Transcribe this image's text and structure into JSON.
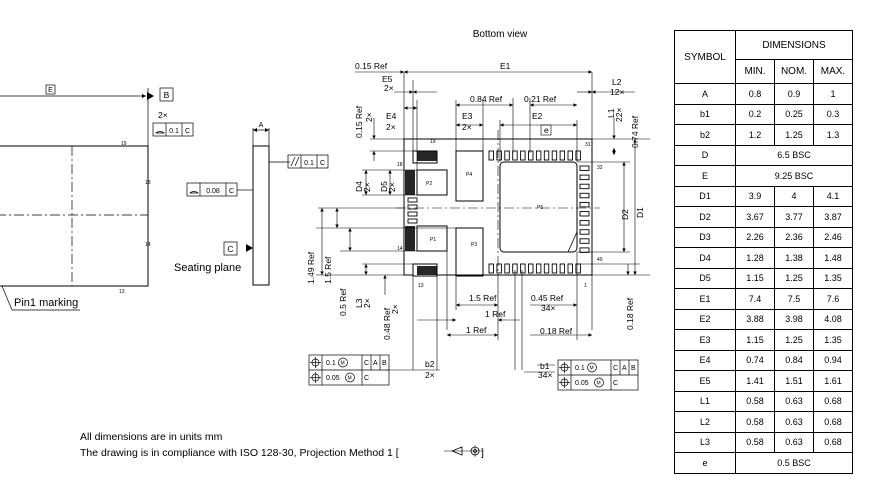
{
  "title": "Bottom view",
  "left_view": {
    "datum_e": "E",
    "datum_b": "B",
    "count_2x": "2×",
    "tol_0_1": "0.1",
    "datum_c": "C",
    "flatness": "0.08",
    "pin_nums": [
      "19",
      "18",
      "14",
      "13"
    ],
    "pin1_marking": "Pin1 marking",
    "dim_a": "A",
    "parallel_tol": "0.1",
    "seating_plane": "Seating plane"
  },
  "bottom_view": {
    "dims": [
      "0.15 Ref",
      "E1",
      "E5",
      "2×",
      "L2",
      "12×",
      "0.15 Ref",
      "2×",
      "E4",
      "2×",
      "0.84 Ref",
      "0.21 Ref",
      "E3",
      "2×",
      "E2",
      "e",
      "L1",
      "22×",
      "0.74 Ref",
      "D4",
      "2×",
      "D5",
      "2×",
      "D2",
      "D1",
      "1.49 Ref",
      "1.5 Ref",
      "0.5 Ref",
      "L3",
      "2×",
      "0.48 Ref",
      "2×",
      "1.5 Ref",
      "1 Ref",
      "1 Ref",
      "0.45 Ref",
      "34×",
      "0.18 Ref",
      "0.18 Ref",
      "b2",
      "2×",
      "b1",
      "34×"
    ],
    "pads": [
      "P1",
      "P2",
      "P3",
      "P4",
      "P5"
    ],
    "pin_nums": [
      "19",
      "31",
      "32",
      "18",
      "14",
      "40",
      "13",
      "1"
    ],
    "fcf_b2": [
      "0.1",
      "M",
      "C",
      "A",
      "B",
      "0.05",
      "M",
      "C"
    ],
    "fcf_b1": [
      "0.1",
      "M",
      "C",
      "A",
      "B",
      "0.05",
      "M",
      "C"
    ]
  },
  "notes": [
    "All dimensions are in units mm",
    "The drawing is in compliance with ISO 128-30, Projection Method 1 ["
  ],
  "table": {
    "col_symbol": "SYMBOL",
    "col_dimensions": "DIMENSIONS",
    "col_min": "MIN.",
    "col_nom": "NOM.",
    "col_max": "MAX.",
    "rows": [
      {
        "symbol": "A",
        "min": "0.8",
        "nom": "0.9",
        "max": "1"
      },
      {
        "symbol": "b1",
        "min": "0.2",
        "nom": "0.25",
        "max": "0.3"
      },
      {
        "symbol": "b2",
        "min": "1.2",
        "nom": "1.25",
        "max": "1.3"
      },
      {
        "symbol": "D",
        "span": "6.5 BSC"
      },
      {
        "symbol": "E",
        "span": "9.25 BSC"
      },
      {
        "symbol": "D1",
        "min": "3.9",
        "nom": "4",
        "max": "4.1"
      },
      {
        "symbol": "D2",
        "min": "3.67",
        "nom": "3.77",
        "max": "3.87"
      },
      {
        "symbol": "D3",
        "min": "2.26",
        "nom": "2.36",
        "max": "2.46"
      },
      {
        "symbol": "D4",
        "min": "1.28",
        "nom": "1.38",
        "max": "1.48"
      },
      {
        "symbol": "D5",
        "min": "1.15",
        "nom": "1.25",
        "max": "1.35"
      },
      {
        "symbol": "E1",
        "min": "7.4",
        "nom": "7.5",
        "max": "7.6"
      },
      {
        "symbol": "E2",
        "min": "3.88",
        "nom": "3.98",
        "max": "4.08"
      },
      {
        "symbol": "E3",
        "min": "1.15",
        "nom": "1.25",
        "max": "1.35"
      },
      {
        "symbol": "E4",
        "min": "0.74",
        "nom": "0.84",
        "max": "0.94"
      },
      {
        "symbol": "E5",
        "min": "1.41",
        "nom": "1.51",
        "max": "1.61"
      },
      {
        "symbol": "L1",
        "min": "0.58",
        "nom": "0.63",
        "max": "0.68"
      },
      {
        "symbol": "L2",
        "min": "0.58",
        "nom": "0.63",
        "max": "0.68"
      },
      {
        "symbol": "L3",
        "min": "0.58",
        "nom": "0.63",
        "max": "0.68"
      },
      {
        "symbol": "e",
        "span": "0.5 BSC"
      }
    ]
  }
}
